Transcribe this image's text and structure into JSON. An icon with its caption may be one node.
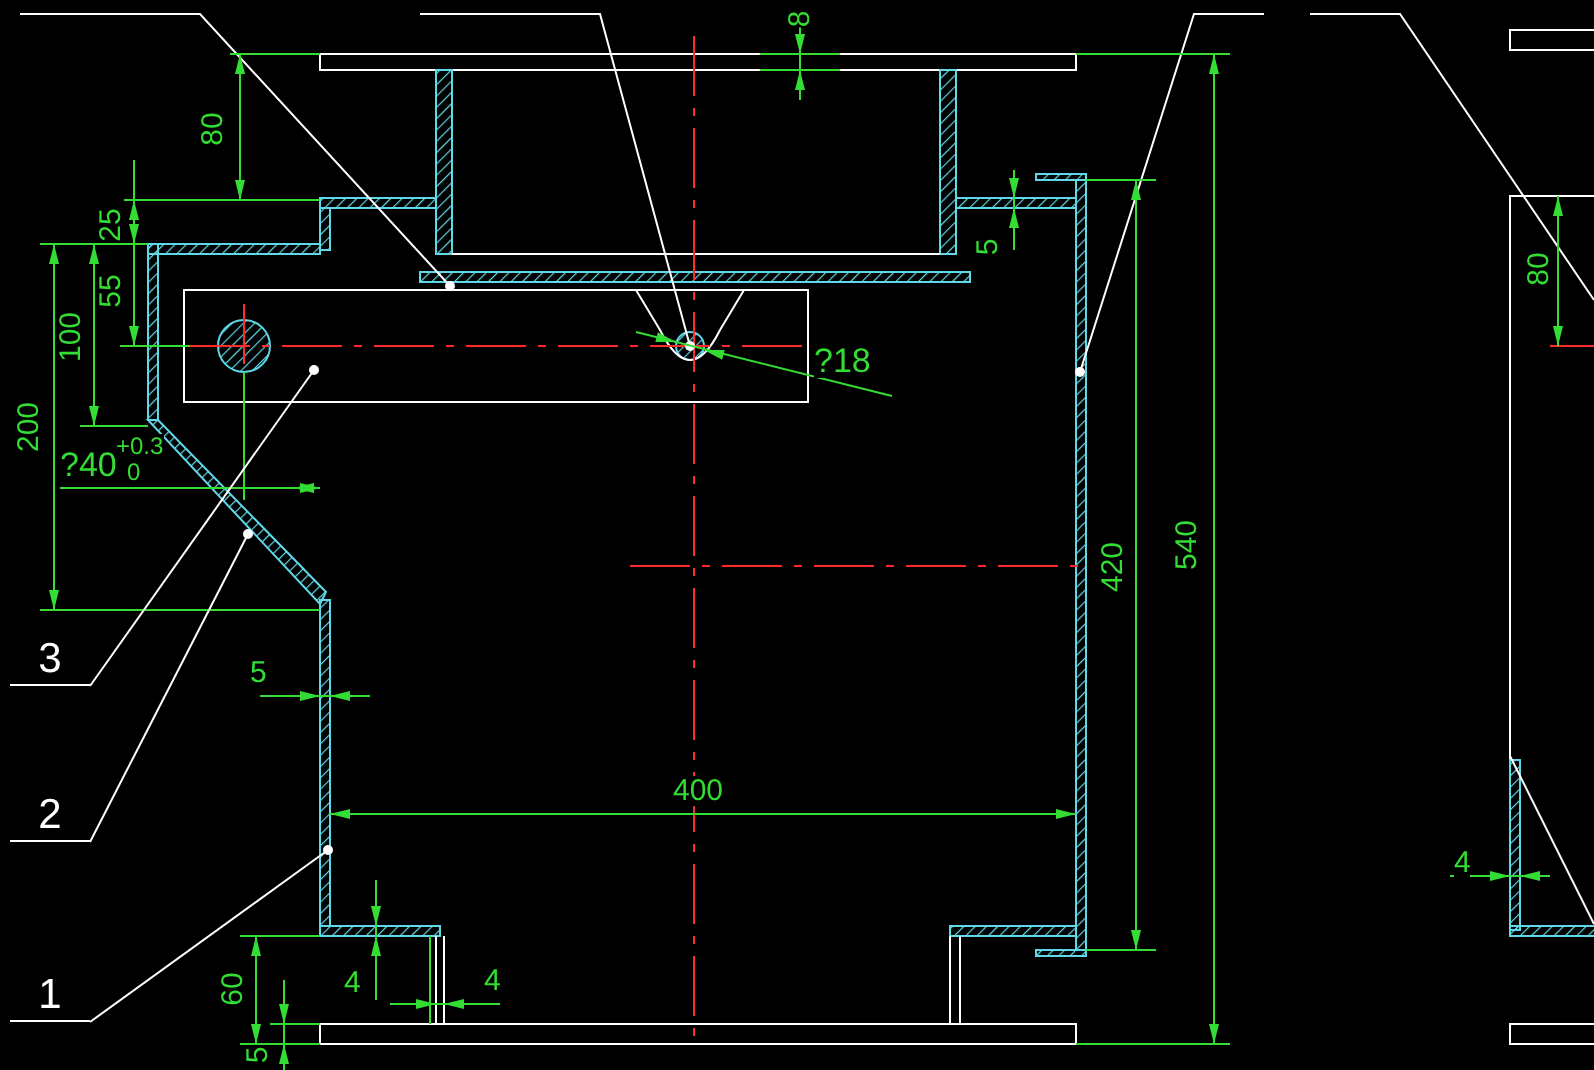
{
  "diagram": {
    "nodes": [
      {
        "text": [
          "3"
        ]
      },
      {
        "text": [
          "2"
        ]
      },
      {
        "text": [
          "1"
        ]
      }
    ],
    "edges": [
      {
        "from": 0,
        "to": null,
        "arrow": "other"
      },
      {
        "from": 1,
        "to": null,
        "arrow": "other"
      },
      {
        "from": 2,
        "to": null,
        "arrow": "other"
      }
    ],
    "labels": [
      "8",
      "80",
      "25",
      "5",
      "55",
      "80",
      "100",
      "?18",
      "200",
      "?40",
      "+0.3",
      "0",
      "420",
      "540",
      "5",
      "400",
      "4",
      "60",
      "4",
      "4",
      "5"
    ]
  }
}
